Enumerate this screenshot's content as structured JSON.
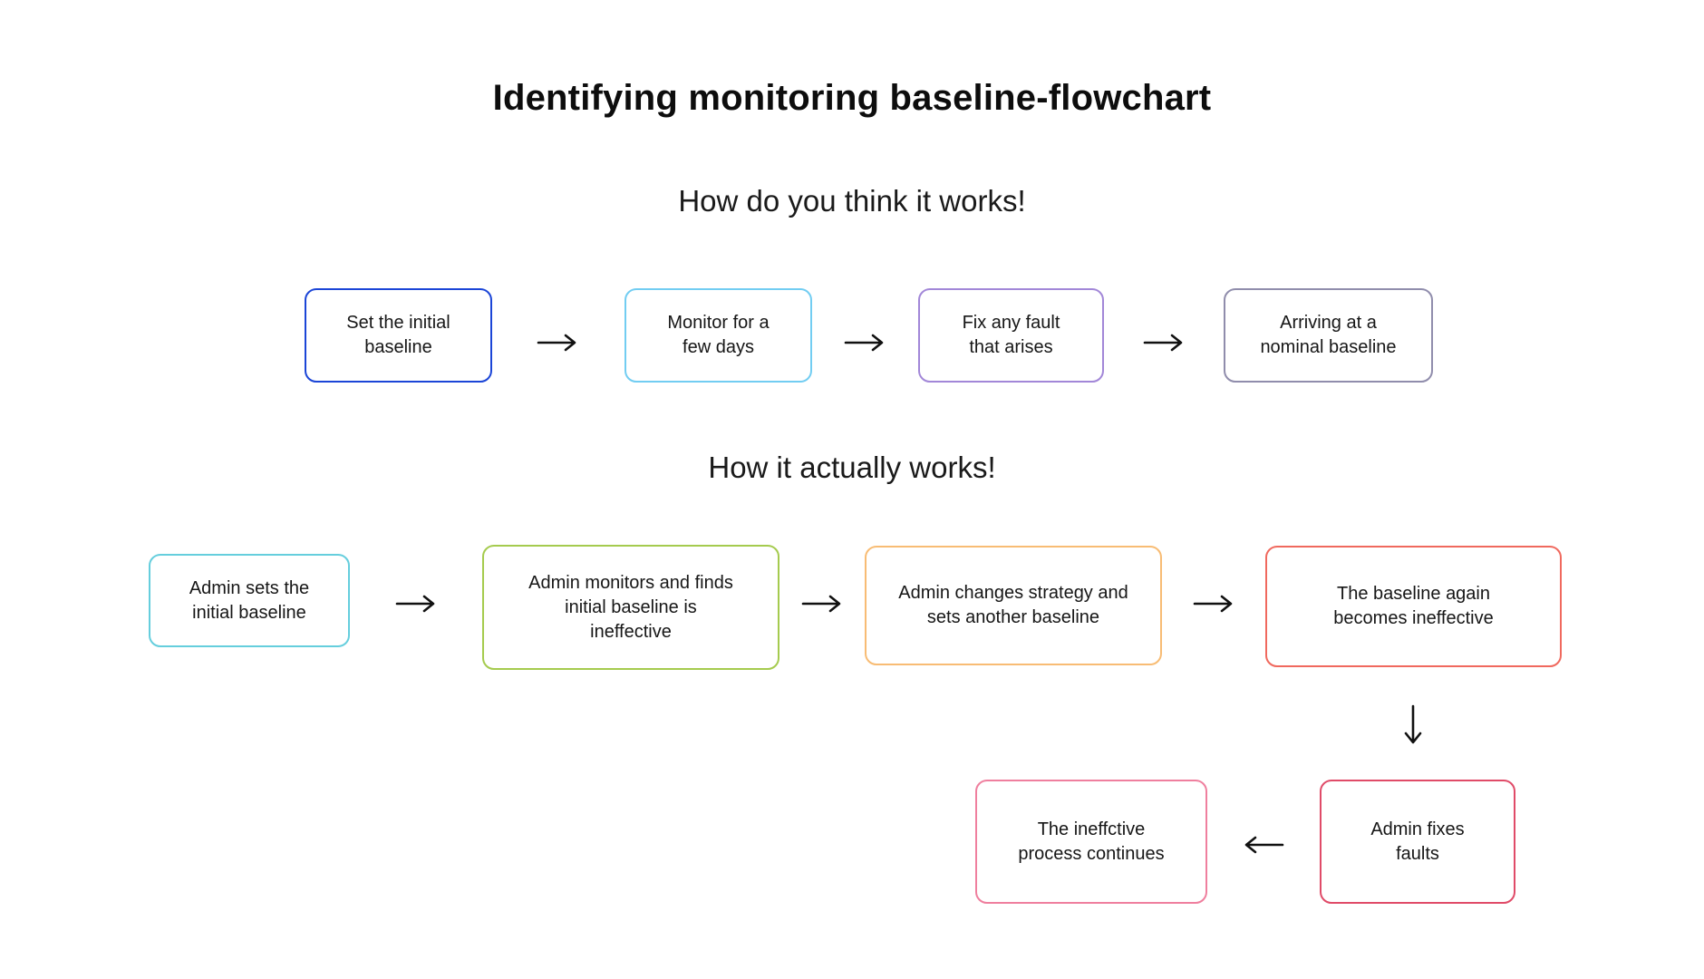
{
  "title": "Identifying monitoring baseline-flowchart",
  "colors": {
    "background": "#ffffff",
    "text": "#161616",
    "arrow": "#111111"
  },
  "sections": [
    {
      "heading": "How do you think it works!",
      "boxes": [
        {
          "label": "Set the initial\nbaseline",
          "border": "#1b45d7"
        },
        {
          "label": "Monitor for a\nfew days",
          "border": "#72cdf2"
        },
        {
          "label": "Fix any fault\nthat arises",
          "border": "#a287d8"
        },
        {
          "label": "Arriving at a\nnominal baseline",
          "border": "#908dac"
        }
      ]
    },
    {
      "heading": "How it actually works!",
      "boxes": [
        {
          "label": "Admin sets the\ninitial baseline",
          "border": "#65cedd"
        },
        {
          "label": "Admin monitors and finds\ninitial baseline is\nineffective",
          "border": "#a5cb4e"
        },
        {
          "label": "Admin changes strategy and\nsets another baseline",
          "border": "#f8bc74"
        },
        {
          "label": "The baseline again\nbecomes ineffective",
          "border": "#f0695e"
        },
        {
          "label": "Admin fixes\nfaults",
          "border": "#e04b68"
        },
        {
          "label": "The ineffctive\nprocess continues",
          "border": "#ef7f9e"
        }
      ]
    }
  ]
}
